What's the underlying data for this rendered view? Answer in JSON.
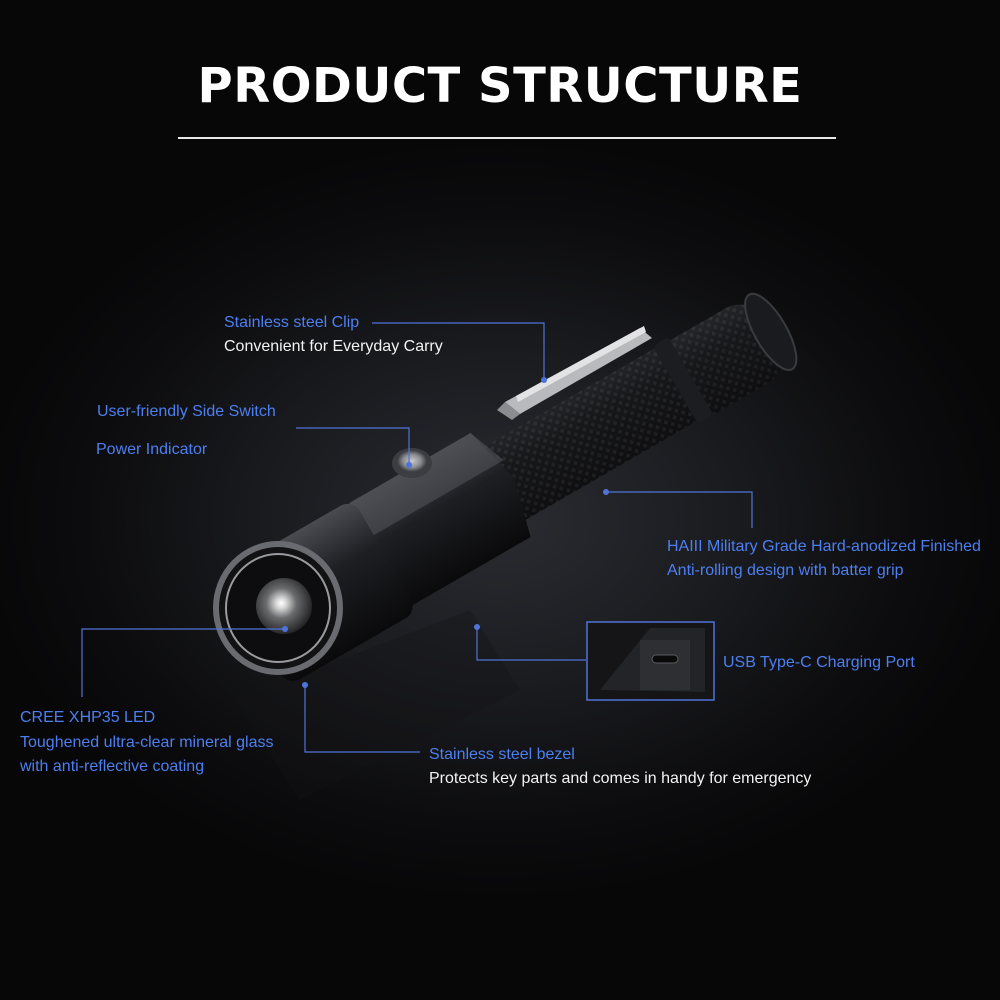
{
  "title": "PRODUCT STRUCTURE",
  "colors": {
    "accent_blue": "#4d7ff0",
    "leader_line": "#4f74d8",
    "text_white": "#f2f2f2",
    "background": "#0b0b0d"
  },
  "callouts": {
    "clip": {
      "title": "Stainless steel Clip",
      "desc": "Convenient for Everyday Carry"
    },
    "switch": {
      "title": "User-friendly Side Switch",
      "desc": "Power Indicator"
    },
    "body": {
      "title": "HAIII Military Grade Hard-anodized Finished",
      "desc": "Anti-rolling design with batter grip"
    },
    "usb": {
      "title": "USB Type-C Charging Port"
    },
    "led": {
      "title": "CREE XHP35 LED",
      "desc1": "Toughened ultra-clear mineral glass",
      "desc2": "with anti-reflective coating"
    },
    "bezel": {
      "title": "Stainless steel bezel",
      "desc": "Protects key parts and comes in handy for emergency"
    }
  }
}
